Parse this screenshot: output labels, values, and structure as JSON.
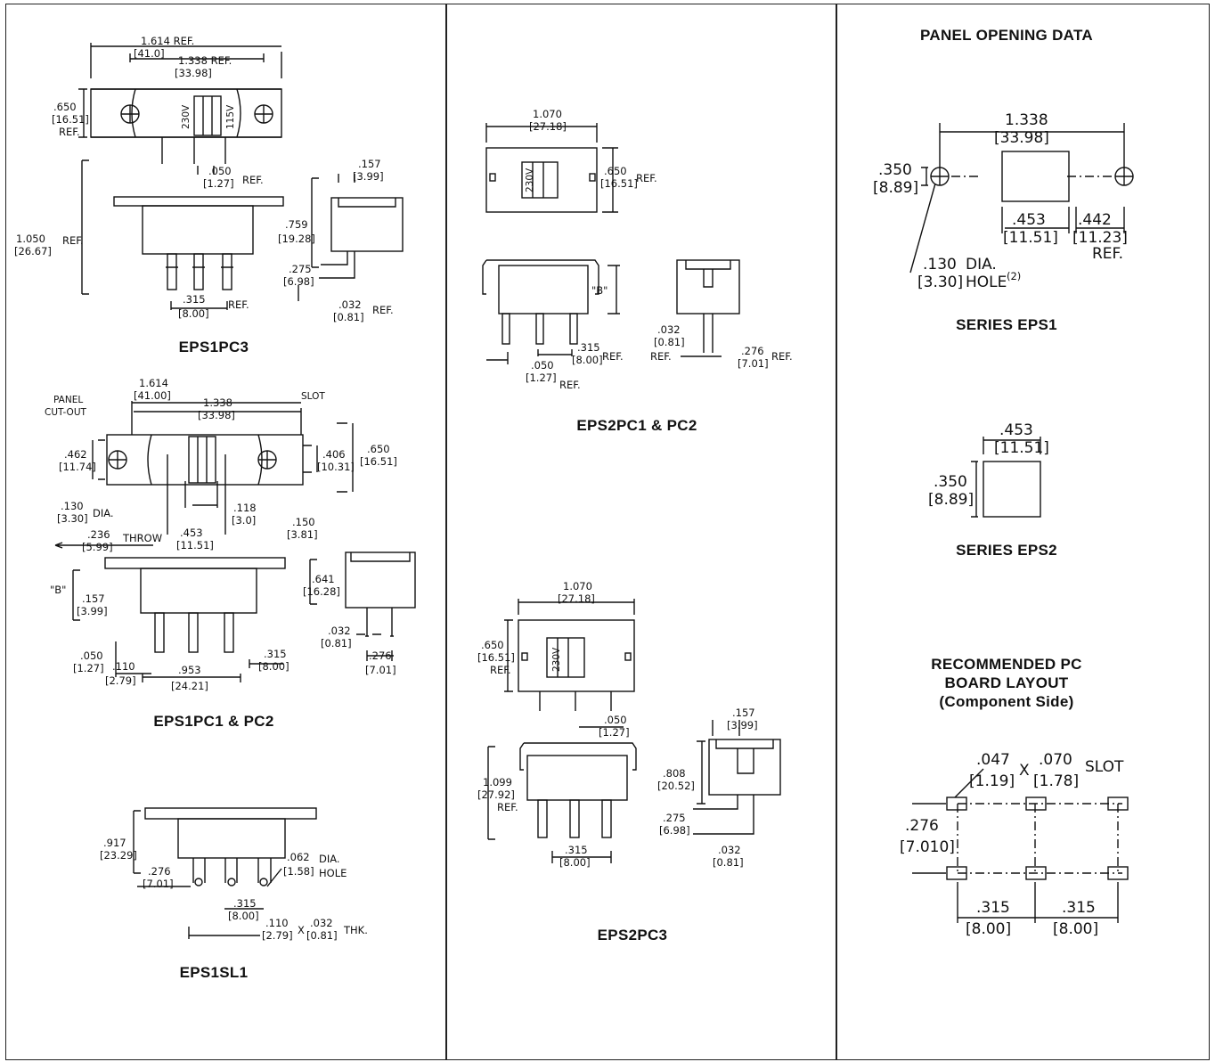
{
  "col1": {
    "eps1pc3": {
      "title": "EPS1PC3",
      "dims": {
        "overall_in": "1.614 REF.",
        "overall_mm": "[41.0]",
        "center_in": "1.338 REF.",
        "center_mm": "[33.98]",
        "height_in": ".650",
        "height_mm": "[16.51]",
        "height_ref": "REF.",
        "pin_off_in": ".050",
        "pin_off_mm": "[1.27]",
        "pin_off_ref": "REF.",
        "body_h_in": "1.050",
        "body_h_mm": "[26.67]",
        "body_h_ref": "REF.",
        "pitch_in": ".315",
        "pitch_mm": "[8.00]",
        "pitch_ref": "REF.",
        "side_top_in": ".157",
        "side_top_mm": "[3.99]",
        "side_h_in": ".759",
        "side_h_mm": "[19.28]",
        "bend_in": ".275",
        "bend_mm": "[6.98]",
        "thk_in": ".032",
        "thk_mm": "[0.81]",
        "thk_ref": "REF.",
        "label_230": "230V",
        "label_115": "115V"
      }
    },
    "eps1pc1": {
      "title": "EPS1PC1 & PC2",
      "dims": {
        "overall_in": "1.614",
        "overall_mm": "[41.00]",
        "center_in": "1.338",
        "center_mm": "[33.98]",
        "panel": "PANEL",
        "cutout": "CUT-OUT",
        "slot": "SLOT",
        "h1_in": ".462",
        "h1_mm": "[11.74]",
        "h2_in": ".406",
        "h2_mm": "[10.31]",
        "h3_in": ".650",
        "h3_mm": "[16.51]",
        "dia_in": ".130",
        "dia_mm": "[3.30]",
        "dia": "DIA.",
        "slot_in": ".118",
        "slot_mm": "[3.0]",
        "throw_in": ".236",
        "throw_mm": "[5.99]",
        "throw": "THROW",
        "w_in": ".453",
        "w_mm": "[11.51]",
        "s_in": ".150",
        "s_mm": "[3.81]",
        "b": "\"B\"",
        "p_in": ".157",
        "p_mm": "[3.99]",
        "s2_in": ".641",
        "s2_mm": "[16.28]",
        "l_in": ".050",
        "l_mm": "[1.27]",
        "t_in": ".110",
        "t_mm": "[2.79]",
        "pitch2_in": ".953",
        "pitch2_mm": "[24.21]",
        "pitch_in": ".315",
        "pitch_mm": "[8.00]",
        "thk_in": ".032",
        "thk_mm": "[0.81]",
        "side_in": ".276",
        "side_mm": "[7.01]"
      }
    },
    "eps1sl1": {
      "title": "EPS1SL1",
      "dims": {
        "h_in": ".917",
        "h_mm": "[23.29]",
        "s_in": ".276",
        "s_mm": "[7.01]",
        "dia_in": ".062",
        "dia_mm": "[1.58]",
        "dia": "DIA.",
        "hole": "HOLE",
        "p_in": ".315",
        "p_mm": "[8.00]",
        "w_in": ".110",
        "w_mm": "[2.79]",
        "x": "X",
        "thk_in": ".032",
        "thk_mm": "[0.81]",
        "thk": "THK."
      }
    }
  },
  "col2": {
    "eps2pc1": {
      "title": "EPS2PC1 & PC2",
      "dims": {
        "w_in": "1.070",
        "w_mm": "[27.18]",
        "h_in": ".650",
        "h_mm": "[16.51]",
        "h_ref": "REF.",
        "label_230": "230V",
        "b": "\"B\"",
        "pitch_in": ".315",
        "pitch_mm": "[8.00]",
        "pitch_ref": "REF.",
        "l_in": ".050",
        "l_mm": "[1.27]",
        "l_ref": "REF.",
        "thk_in": ".032",
        "thk_mm": "[0.81]",
        "thk_ref": "REF.",
        "side_in": ".276",
        "side_mm": "[7.01]",
        "side_ref": "REF."
      }
    },
    "eps2pc3": {
      "title": "EPS2PC3",
      "dims": {
        "w_in": "1.070",
        "w_mm": "[27.18]",
        "h_in": ".650",
        "h_mm": "[16.51]",
        "h_ref": "REF.",
        "label_230": "230V",
        "l_in": ".050",
        "l_mm": "[1.27]",
        "side_top_in": ".157",
        "side_top_mm": "[3.99]",
        "bh_in": "1.099",
        "bh_mm": "[27.92]",
        "bh_ref": "REF.",
        "sh_in": ".808",
        "sh_mm": "[20.52]",
        "bend_in": ".275",
        "bend_mm": "[6.98]",
        "pitch_in": ".315",
        "pitch_mm": "[8.00]",
        "thk_in": ".032",
        "thk_mm": "[0.81]"
      }
    }
  },
  "col3": {
    "heading": "PANEL OPENING DATA",
    "eps1": {
      "title": "SERIES EPS1",
      "dims": {
        "c_in": "1.338",
        "c_mm": "[33.98]",
        "h_in": ".350",
        "h_mm": "[8.89]",
        "w_in": ".453",
        "w_mm": "[11.51]",
        "o_in": ".442",
        "o_mm": "[11.23]",
        "o_ref": "REF.",
        "dia_in": ".130",
        "dia_mm": "[3.30]",
        "dia": "DIA.",
        "hole": "HOLE",
        "qty": "(2)"
      }
    },
    "eps2": {
      "title": "SERIES EPS2",
      "dims": {
        "w_in": ".453",
        "w_mm": "[11.51]",
        "h_in": ".350",
        "h_mm": "[8.89]"
      }
    },
    "pcb": {
      "title_line1": "RECOMMENDED PC",
      "title_line2": "BOARD LAYOUT",
      "title_line3": "(Component Side)",
      "dims": {
        "slot_w_in": ".047",
        "slot_w_mm": "[1.19]",
        "x": "X",
        "slot_l_in": ".070",
        "slot_l_mm": "[1.78]",
        "slot": "SLOT",
        "row_in": ".276",
        "row_mm": "[7.010]",
        "p1_in": ".315",
        "p1_mm": "[8.00]",
        "p2_in": ".315",
        "p2_mm": "[8.00]"
      }
    }
  }
}
